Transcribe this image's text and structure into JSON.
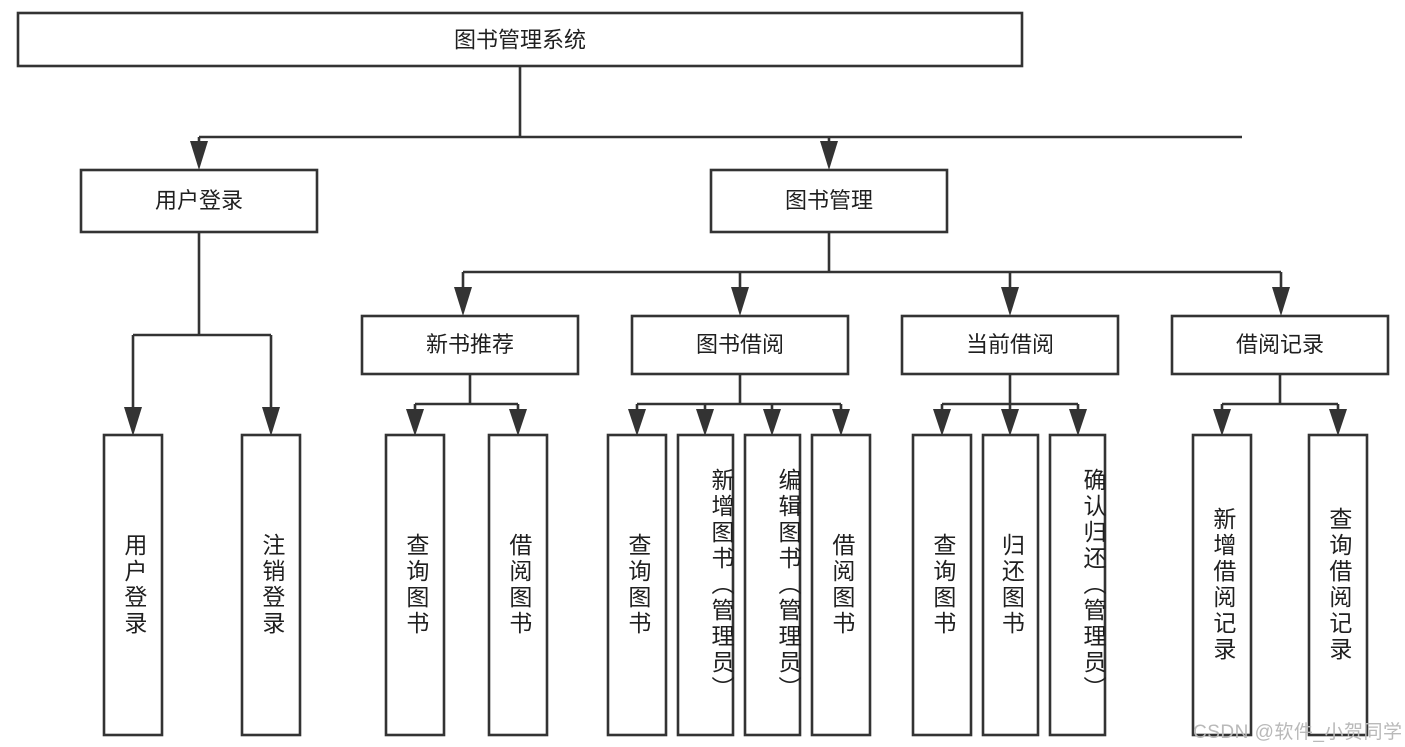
{
  "diagram": {
    "title": "图书管理系统",
    "type": "hierarchy-tree",
    "levels": 4,
    "root": {
      "id": "root",
      "label": "图书管理系统",
      "orientation": "horizontal"
    },
    "level2": [
      {
        "id": "user-login",
        "label": "用户登录",
        "orientation": "horizontal"
      },
      {
        "id": "book-management",
        "label": "图书管理",
        "orientation": "horizontal"
      }
    ],
    "level3": [
      {
        "id": "new-book-recommend",
        "label": "新书推荐",
        "orientation": "horizontal",
        "parent": "book-management"
      },
      {
        "id": "book-borrow",
        "label": "图书借阅",
        "orientation": "horizontal",
        "parent": "book-management"
      },
      {
        "id": "current-borrow",
        "label": "当前借阅",
        "orientation": "horizontal",
        "parent": "book-management"
      },
      {
        "id": "borrow-record",
        "label": "借阅记录",
        "orientation": "horizontal",
        "parent": "book-management"
      }
    ],
    "leaves": [
      {
        "id": "leaf-user-login",
        "label": "用户登录",
        "parent": "user-login",
        "orientation": "vertical"
      },
      {
        "id": "leaf-logout-login",
        "label": "注销登录",
        "parent": "user-login",
        "orientation": "vertical"
      },
      {
        "id": "leaf-query-book-1",
        "label": "查询图书",
        "parent": "new-book-recommend",
        "orientation": "vertical"
      },
      {
        "id": "leaf-borrow-book-1",
        "label": "借阅图书",
        "parent": "new-book-recommend",
        "orientation": "vertical"
      },
      {
        "id": "leaf-query-book-2",
        "label": "查询图书",
        "parent": "book-borrow",
        "orientation": "vertical"
      },
      {
        "id": "leaf-add-book",
        "label": "新增图书（管理员）",
        "parent": "book-borrow",
        "orientation": "vertical"
      },
      {
        "id": "leaf-edit-book",
        "label": "编辑图书（管理员）",
        "parent": "book-borrow",
        "orientation": "vertical"
      },
      {
        "id": "leaf-borrow-book-2",
        "label": "借阅图书",
        "parent": "book-borrow",
        "orientation": "vertical"
      },
      {
        "id": "leaf-query-book-3",
        "label": "查询图书",
        "parent": "current-borrow",
        "orientation": "vertical"
      },
      {
        "id": "leaf-return-book",
        "label": "归还图书",
        "parent": "current-borrow",
        "orientation": "vertical"
      },
      {
        "id": "leaf-confirm-return",
        "label": "确认归还（管理员）",
        "parent": "current-borrow",
        "orientation": "vertical"
      },
      {
        "id": "leaf-add-borrow-record",
        "label": "新增借阅记录",
        "parent": "borrow-record",
        "orientation": "vertical"
      },
      {
        "id": "leaf-query-borrow-record",
        "label": "查询借阅记录",
        "parent": "borrow-record",
        "orientation": "vertical"
      }
    ]
  },
  "watermark": {
    "text": "CSDN @软件_小贺同学"
  },
  "colors": {
    "stroke": "#333333",
    "box_fill": "#ffffff",
    "text": "#1f1f1f",
    "watermark": "#b9b9b9",
    "background": "#ffffff"
  }
}
